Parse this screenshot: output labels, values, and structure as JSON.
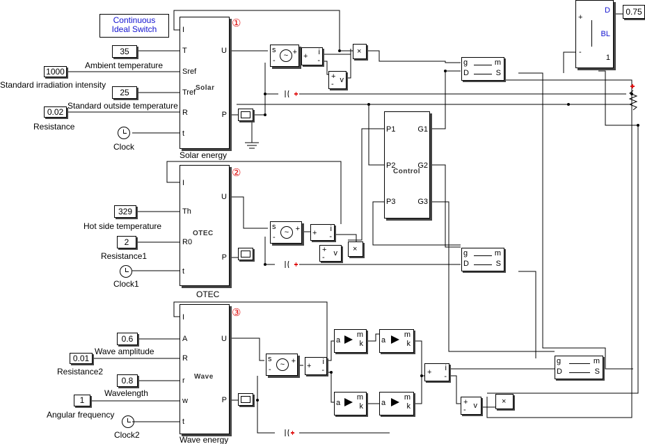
{
  "note": {
    "line1": "Continuous",
    "line2": "Ideal Switch"
  },
  "subsystems": {
    "solar": {
      "name": "Solar energy",
      "icon": "Solar",
      "marker": "①",
      "ports_in": [
        "I",
        "T",
        "Sref",
        "Tref",
        "R",
        "t"
      ],
      "ports_out": [
        "U",
        "P"
      ]
    },
    "otec": {
      "name": "OTEC",
      "icon": "OTEC",
      "marker": "②",
      "ports_in": [
        "I",
        "Th",
        "R0",
        "t"
      ],
      "ports_out": [
        "U",
        "P"
      ]
    },
    "wave": {
      "name": "Wave energy",
      "icon": "Wave",
      "marker": "③",
      "ports_in": [
        "I",
        "A",
        "R",
        "r",
        "w",
        "t"
      ],
      "ports_out": [
        "U",
        "P"
      ]
    },
    "control": {
      "icon": "Control",
      "ports_in": [
        "P1",
        "P2",
        "P3"
      ],
      "ports_out": [
        "G1",
        "G2",
        "G3"
      ]
    }
  },
  "constants": {
    "ambient": {
      "value": "35",
      "label": "Ambient temperature"
    },
    "irradiation": {
      "value": "1000",
      "label": "Standard irradiation intensity"
    },
    "outside_temp": {
      "value": "25",
      "label": "Standard outside temperature"
    },
    "resistance": {
      "value": "0.02",
      "label": "Resistance"
    },
    "hot_side": {
      "value": "329",
      "label": "Hot side temperature"
    },
    "resistance1": {
      "value": "2",
      "label": "Resistance1"
    },
    "wave_amp": {
      "value": "0.6",
      "label": "Wave amplitude"
    },
    "resistance2": {
      "value": "0.01",
      "label": "Resistance2"
    },
    "wavelength": {
      "value": "0.8",
      "label": "Wavelength"
    },
    "angular": {
      "value": "1",
      "label": "Angular frequency"
    },
    "duty": {
      "value": "0.75"
    }
  },
  "clocks": {
    "c0": "Clock",
    "c1": "Clock1",
    "c2": "Clock2"
  },
  "ports": {
    "s": "s",
    "plus": "+",
    "minus": "-",
    "i": "i",
    "v": "v",
    "mult": "×",
    "g": "g",
    "m": "m",
    "D": "D",
    "S": "S",
    "a": "a",
    "k": "k",
    "BL": "BL",
    "one": "1"
  }
}
